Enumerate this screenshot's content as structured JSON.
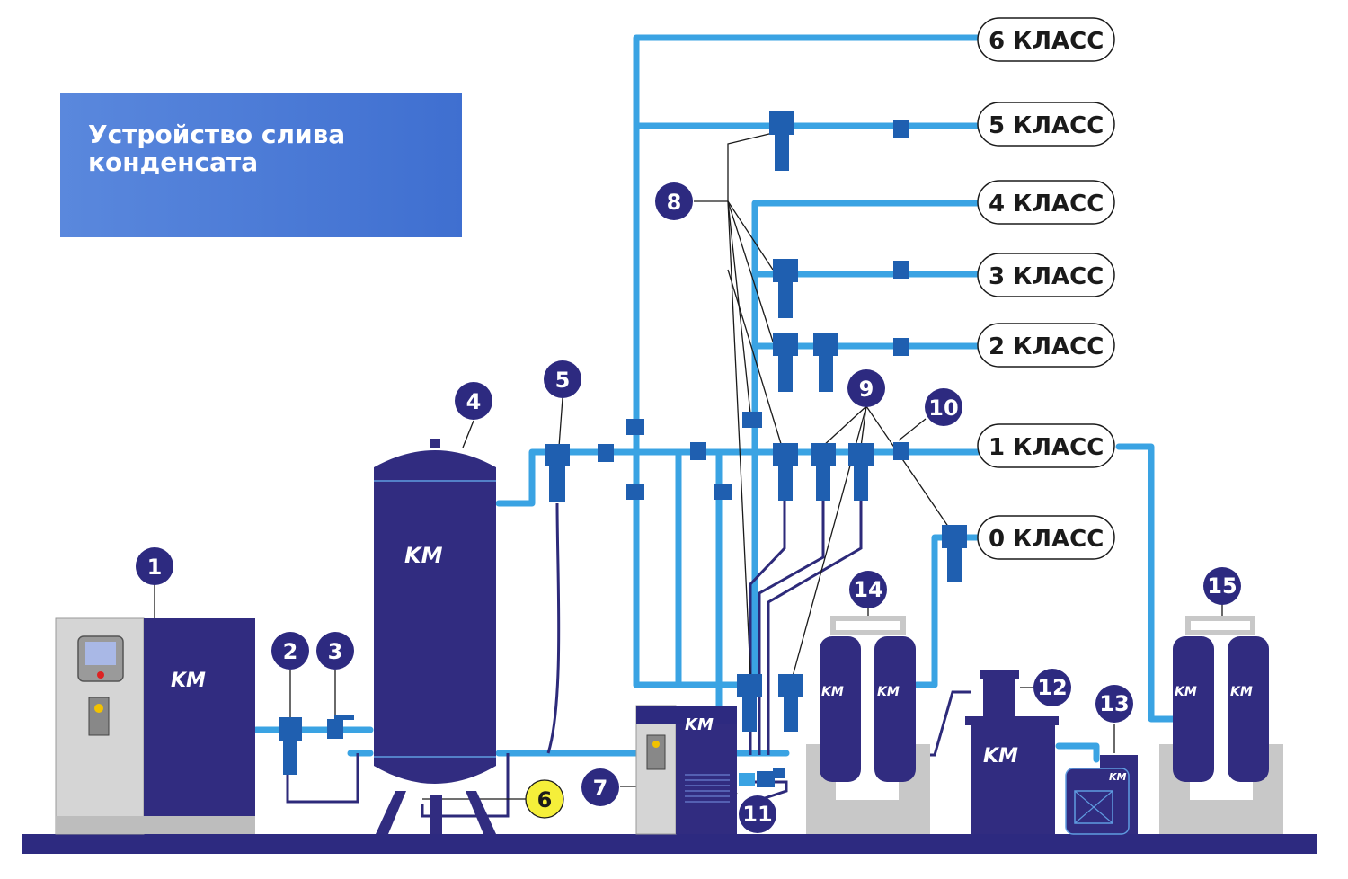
{
  "title": "Устройство слива конденсата",
  "classes": [
    {
      "label": "6 КЛАСС"
    },
    {
      "label": "5 КЛАСС"
    },
    {
      "label": "4 КЛАСС"
    },
    {
      "label": "3 КЛАСС"
    },
    {
      "label": "2 КЛАСС"
    },
    {
      "label": "1 КЛАСС"
    },
    {
      "label": "0 КЛАСС"
    }
  ],
  "markers": [
    "1",
    "2",
    "3",
    "4",
    "5",
    "6",
    "7",
    "8",
    "9",
    "10",
    "11",
    "12",
    "13",
    "14",
    "15"
  ],
  "brand": "KM",
  "colors": {
    "pipe": "#3aa3e3",
    "equipment": "#312c80",
    "filter": "#1f5fb0",
    "marker": "#2d2a80",
    "highlight": "#f5ef3a",
    "title_bg": "#4a7bd8"
  }
}
